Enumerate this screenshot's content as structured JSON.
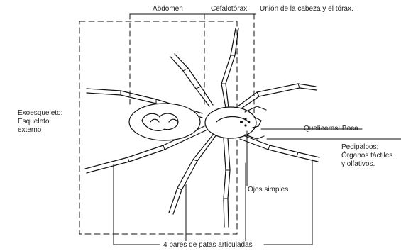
{
  "labels": {
    "abdomen": "Abdomen",
    "cefalotorax": "Cefalotórax:",
    "cefalotorax_desc": "Unión de la cabeza y el tórax.",
    "exoesqueleto": [
      "Exoesqueleto:",
      "Esqueleto",
      "externo"
    ],
    "queliceros": "Quelíceros: Boca",
    "pedipalpos": [
      "Pedipalpos:",
      "Órganos táctiles",
      "y olfativos."
    ],
    "ojos": "Ojos simples",
    "patas": "4 pares de patas articuladas"
  }
}
